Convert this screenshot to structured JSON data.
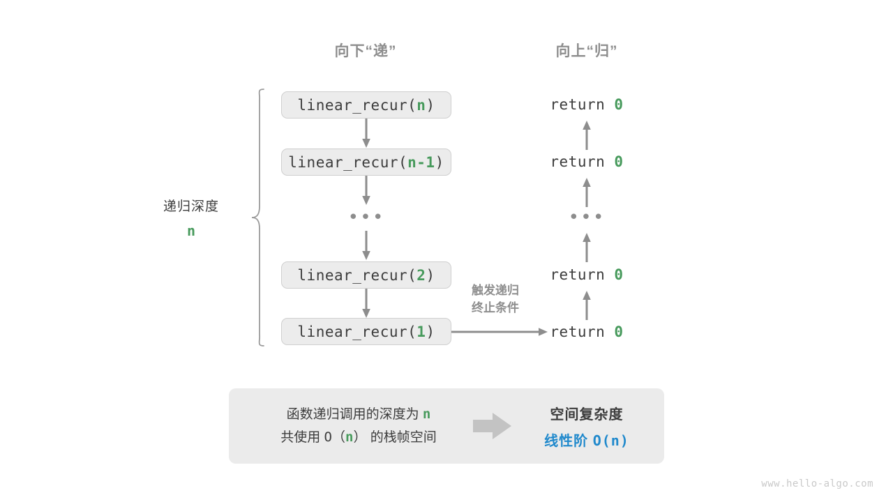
{
  "headers": {
    "descend": "向下“递”",
    "ascend": "向上“归”"
  },
  "call_stack": {
    "frames": [
      {
        "prefix": "linear_recur(",
        "arg": "n",
        "suffix": ")"
      },
      {
        "prefix": "linear_recur(",
        "arg": "n-1",
        "suffix": ")"
      },
      {
        "prefix": "linear_recur(",
        "arg": "2",
        "suffix": ")"
      },
      {
        "prefix": "linear_recur(",
        "arg": "1",
        "suffix": ")"
      }
    ],
    "ellipsis": "•••"
  },
  "returns": {
    "items": [
      {
        "keyword": "return",
        "value": "0"
      },
      {
        "keyword": "return",
        "value": "0"
      },
      {
        "keyword": "return",
        "value": "0"
      },
      {
        "keyword": "return",
        "value": "0"
      }
    ],
    "ellipsis": "•••"
  },
  "depth": {
    "title": "递归深度",
    "value": "n"
  },
  "trigger_note": {
    "line1": "触发递归",
    "line2": "终止条件"
  },
  "summary": {
    "left_line1_a": "函数递归调用的深度为 ",
    "left_line1_var": "n",
    "left_line2_a": "共使用 ",
    "left_line2_b": "O（",
    "left_line2_var": "n",
    "left_line2_c": "）",
    "left_line2_d": " 的栈帧空间",
    "right_title": "空间复杂度",
    "right_value_label": "线性阶 ",
    "right_value_expr": "O(n)"
  },
  "watermark": "www.hello-algo.com",
  "colors": {
    "green": "#479a5c",
    "blue": "#2089cc",
    "gray_text": "#8d8d8d",
    "dark_text": "#3c3c3c",
    "box_fill": "#ececec",
    "box_border": "#cfcfcf",
    "panel_fill": "#ebebeb",
    "arrow": "#8d8d8d"
  }
}
